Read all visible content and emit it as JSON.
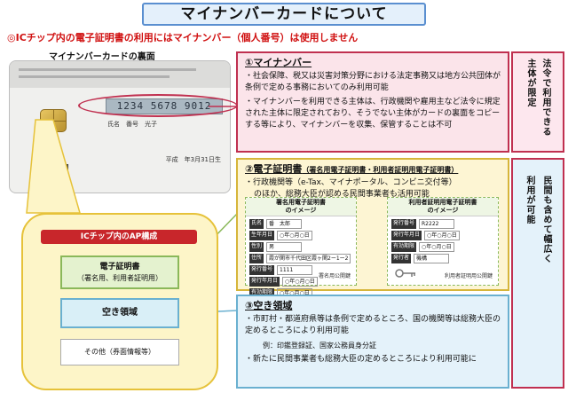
{
  "title": "マイナンバーカードについて",
  "subheading": "◎ICチップ内の電子証明書の利用にはマイナンバー（個人番号）は使用しません",
  "card": {
    "caption": "マイナンバーカードの裏面",
    "number": "1234 5678 9012",
    "name_line": "氏名　番号　光子",
    "date_line": "平成",
    "date_tail": "年3月31日生"
  },
  "chip_panel": {
    "header": "ICチップ内のAP構成",
    "ap1_title": "電子証明書",
    "ap1_sub": "（署名用、利用者証明用）",
    "ap2": "空き領域",
    "ap3": "その他（券面情報等）"
  },
  "section1": {
    "title": "①マイナンバー",
    "para1": "・社会保障、税又は災害対策分野における法定事務又は地方公共団体が条例で定める事務においてのみ利用可能",
    "para2": "・マイナンバーを利用できる主体は、行政機関や雇用主など法令に規定された主体に限定されており、そうでない主体がカードの裏面をコピーする等により、マイナンバーを収集、保管することは不可",
    "side_col1": "法令で利用できる",
    "side_col2": "主体が限定"
  },
  "section2": {
    "title": "②電子証明書",
    "title_sub": "（署名用電子証明書・利用者証明用電子証明書）",
    "line1": "・行政機関等（e-Tax、マイナポータル、コンビニ交付等）",
    "line2": "のほか、総務大臣が認める民間事業者も活用可能",
    "img1_head1": "署名用電子証明書",
    "img1_head2": "のイメージ",
    "img1_rows": [
      {
        "label": "氏名",
        "value": "番　太郎"
      },
      {
        "label": "生年月日",
        "value": "○年○月○日"
      },
      {
        "label": "性別",
        "value": "男"
      },
      {
        "label": "住所",
        "value": "霞が関市千代田区霞ヶ関2ー1ー2"
      },
      {
        "label": "発行番号",
        "value": "1111"
      },
      {
        "label": "発行年月日",
        "value": "○年○月○日"
      },
      {
        "label": "有効期限",
        "value": "○年○月○日"
      }
    ],
    "img1_seal": "署名用公開鍵",
    "img2_head1": "利用者証明用電子証明書",
    "img2_head2": "のイメージ",
    "img2_rows": [
      {
        "label": "発行番号",
        "value": "R2222"
      },
      {
        "label": "発行年月日",
        "value": "○年○月○日"
      },
      {
        "label": "有効期限",
        "value": "○年○月○日"
      },
      {
        "label": "発行者",
        "value": "機構"
      }
    ],
    "img2_seal": "利用者証明用公開鍵"
  },
  "section3": {
    "title": "③空き領域",
    "line1": "・市町村・都道府県等は条例で定めるところ、国の機関等は総務大臣の定めるところにより利用可能",
    "note": "例：印鑑登録証、国家公務員身分証",
    "line2": "・新たに民間事業者も総務大臣の定めるところにより利用可能に"
  },
  "wide_box": {
    "col1": "民間も含めて幅広く",
    "col2": "利用が可能"
  },
  "colors": {
    "accent_red": "#c03050",
    "subheading_red": "#d01010",
    "cert_green": "#8ab85a",
    "empty_blue": "#6ab0d0",
    "chip_yellow": "#e6c23a"
  }
}
